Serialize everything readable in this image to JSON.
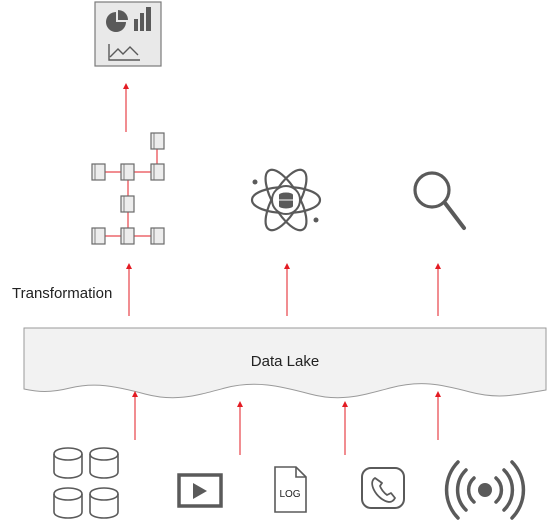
{
  "labels": {
    "transformation": "Transformation",
    "data_lake": "Data Lake",
    "log_icon_text": "LOG"
  },
  "colors": {
    "arrow": "#e31b23",
    "icon": "#5a5a5a",
    "icon_light": "#8a8a8a",
    "box_fill": "#e9e9e9",
    "lake_fill": "#f2f2f2",
    "lake_stroke": "#9a9a9a",
    "node_line": "#e31b23"
  },
  "icons": {
    "top": [
      "chart-dashboard-icon",
      "data-pipeline-icon",
      "data-science-atom-icon",
      "search-icon"
    ],
    "sources": [
      "database-cluster-icon",
      "video-play-icon",
      "log-file-icon",
      "phone-icon",
      "wireless-signal-icon"
    ]
  }
}
